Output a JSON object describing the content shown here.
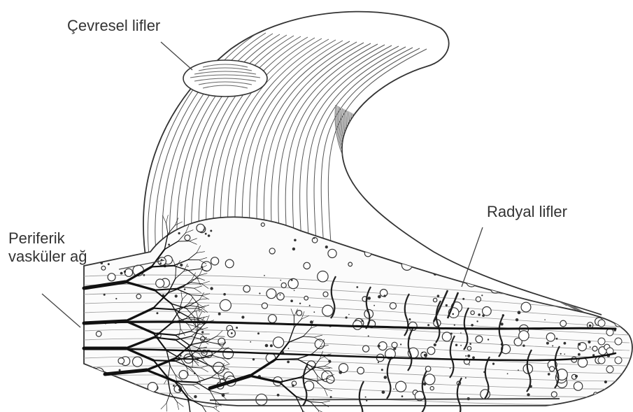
{
  "labels": {
    "circumferential": "Çevresel lifler",
    "radial": "Radyal lifler",
    "peripheral_line1": "Periferik",
    "peripheral_line2": "vasküler ağ"
  },
  "colors": {
    "ink": "#333333",
    "background": "#ffffff"
  }
}
